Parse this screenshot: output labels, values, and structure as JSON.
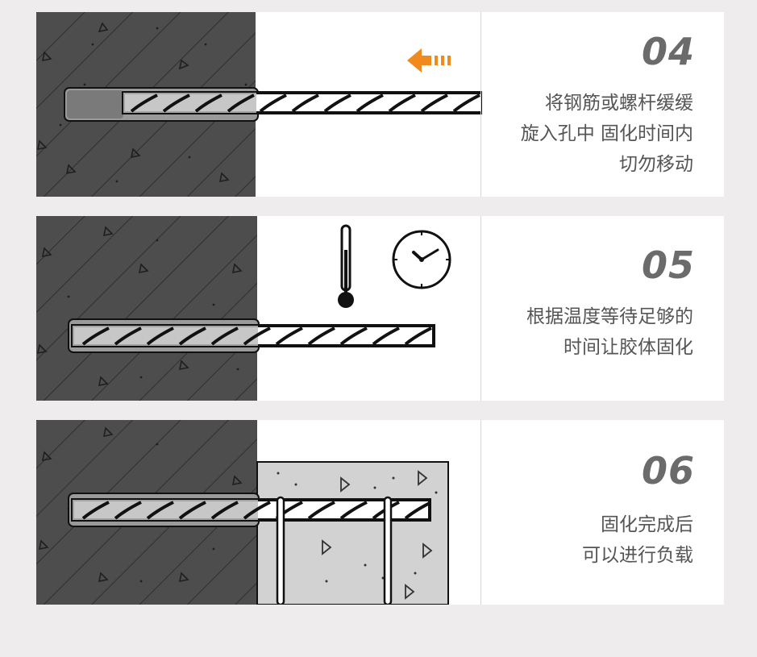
{
  "colors": {
    "background": "#eeecec",
    "panel": "#ffffff",
    "concrete": "#4d4d4d",
    "slab": "#d2d2d2",
    "arrow": "#f08a1c",
    "number": "#6b6b6b",
    "text": "#555555"
  },
  "steps": [
    {
      "number": "04",
      "lines": [
        "将钢筋或螺杆缓缓",
        "旋入孔中 固化时间内",
        "切勿移动"
      ],
      "icons": [
        "insert-arrow-icon"
      ]
    },
    {
      "number": "05",
      "lines": [
        "根据温度等待足够的",
        "时间让胶体固化"
      ],
      "icons": [
        "thermometer-icon",
        "clock-icon"
      ]
    },
    {
      "number": "06",
      "lines": [
        "固化完成后",
        "可以进行负载"
      ],
      "icons": []
    }
  ]
}
